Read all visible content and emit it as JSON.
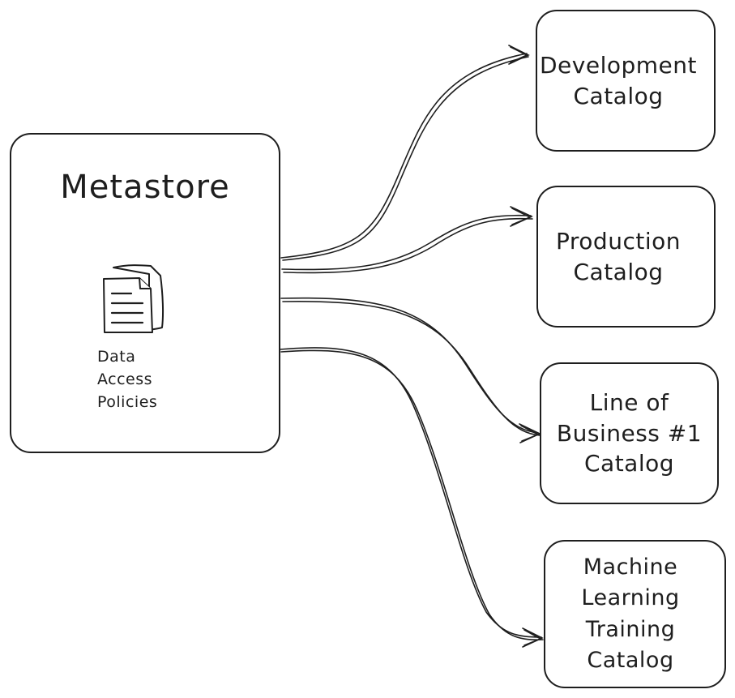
{
  "metastore": {
    "title": "Metastore",
    "policies_label": "Data\nAccess\nPolicies"
  },
  "catalogs": [
    {
      "label": "Development\nCatalog"
    },
    {
      "label": "Production\nCatalog"
    },
    {
      "label": "Line of\nBusiness #1\nCatalog"
    },
    {
      "label": "Machine\nLearning\nTraining\nCatalog"
    }
  ],
  "icons": [
    "document-icon"
  ],
  "colors": {
    "stroke": "#1e1e1e",
    "background": "#ffffff"
  }
}
